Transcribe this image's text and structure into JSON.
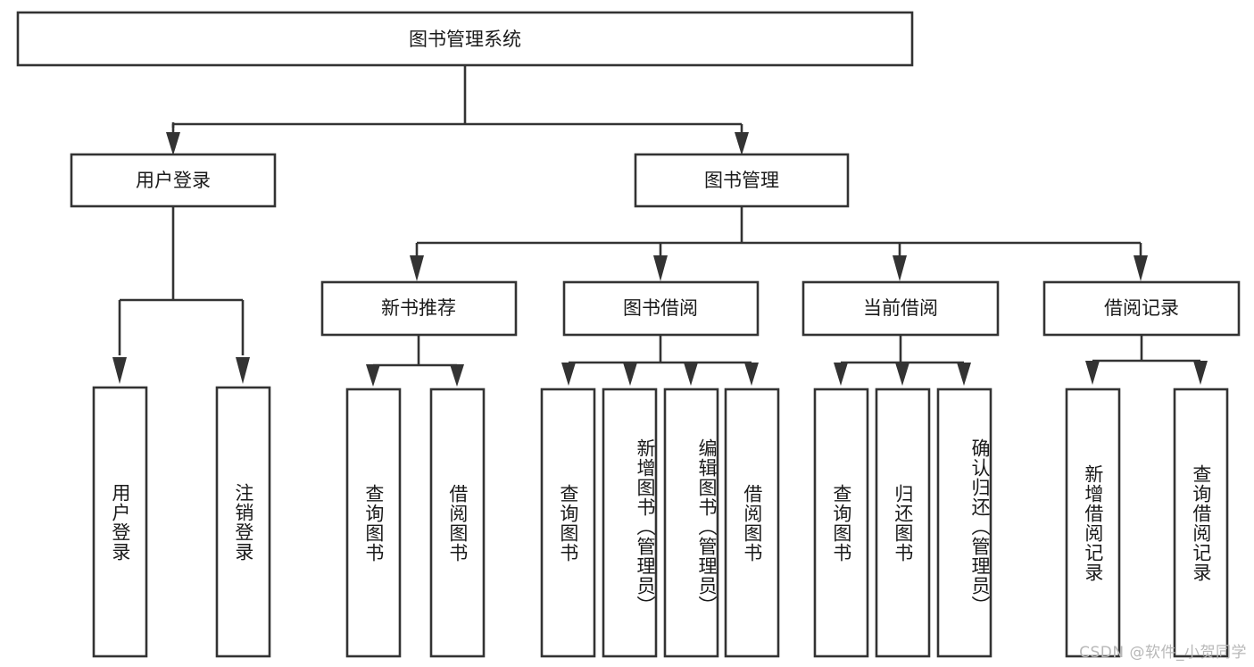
{
  "diagram": {
    "type": "tree",
    "title": "图书管理系统",
    "watermark": "CSDN @软件_小贺同学",
    "colors": {
      "stroke": "#333333",
      "fill": "#ffffff",
      "text": "#1a1a1a",
      "watermark": "#b8b8b8",
      "background": "#ffffff"
    },
    "root": {
      "label": "图书管理系统"
    },
    "level2": [
      {
        "label": "用户登录"
      },
      {
        "label": "图书管理"
      }
    ],
    "level3": [
      {
        "label": "新书推荐"
      },
      {
        "label": "图书借阅"
      },
      {
        "label": "当前借阅"
      },
      {
        "label": "借阅记录"
      }
    ],
    "leaves": {
      "user_login": [
        {
          "label": "用户登录"
        },
        {
          "label": "注销登录"
        }
      ],
      "new_book_recommend": [
        {
          "label": "查询图书"
        },
        {
          "label": "借阅图书"
        }
      ],
      "book_borrow": [
        {
          "label": "查询图书"
        },
        {
          "label": "新增图书（管理员）"
        },
        {
          "label": "编辑图书（管理员）"
        },
        {
          "label": "借阅图书"
        }
      ],
      "current_borrow": [
        {
          "label": "查询图书"
        },
        {
          "label": "归还图书"
        },
        {
          "label": "确认归还（管理员）"
        }
      ],
      "borrow_record": [
        {
          "label": "新增借阅记录"
        },
        {
          "label": "查询借阅记录"
        }
      ]
    }
  }
}
